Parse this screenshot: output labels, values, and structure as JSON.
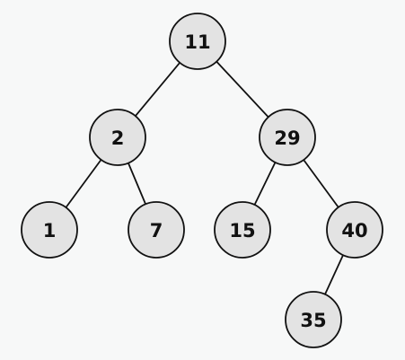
{
  "tree": {
    "nodes": [
      {
        "id": "n11",
        "label": "11"
      },
      {
        "id": "n2",
        "label": "2"
      },
      {
        "id": "n29",
        "label": "29"
      },
      {
        "id": "n1",
        "label": "1"
      },
      {
        "id": "n7",
        "label": "7"
      },
      {
        "id": "n15",
        "label": "15"
      },
      {
        "id": "n40",
        "label": "40"
      },
      {
        "id": "n35",
        "label": "35"
      }
    ],
    "edges": [
      {
        "from": "n11",
        "to": "n2"
      },
      {
        "from": "n11",
        "to": "n29"
      },
      {
        "from": "n2",
        "to": "n1"
      },
      {
        "from": "n2",
        "to": "n7"
      },
      {
        "from": "n29",
        "to": "n15"
      },
      {
        "from": "n29",
        "to": "n40"
      },
      {
        "from": "n40",
        "to": "n35"
      }
    ]
  }
}
